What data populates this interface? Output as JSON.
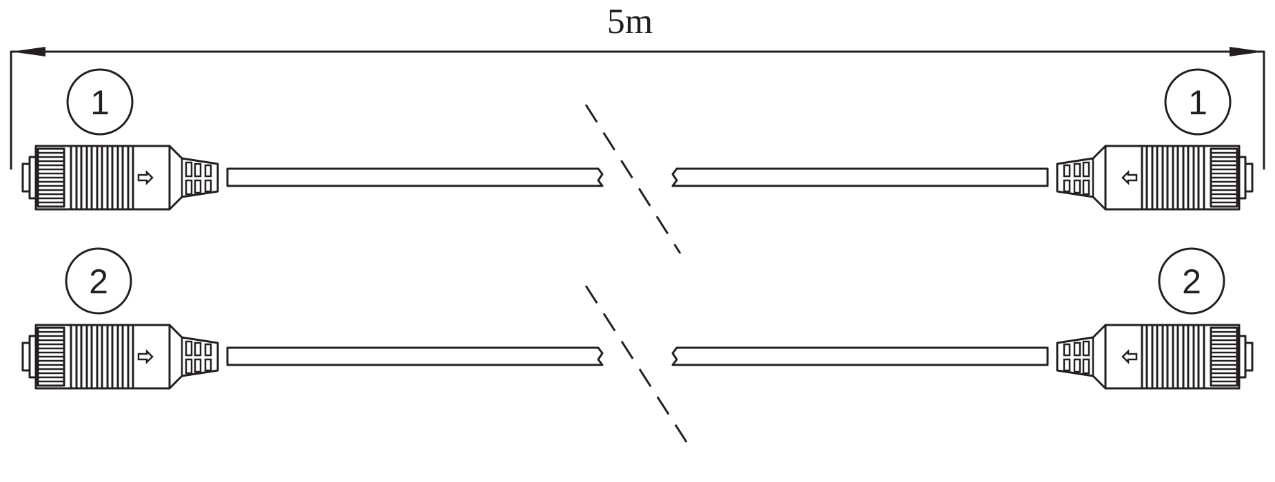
{
  "dimension": {
    "label": "5m"
  },
  "callouts": [
    {
      "label": "1"
    },
    {
      "label": "2"
    }
  ],
  "colors": {
    "line": "#231f20",
    "background": "#ffffff"
  }
}
